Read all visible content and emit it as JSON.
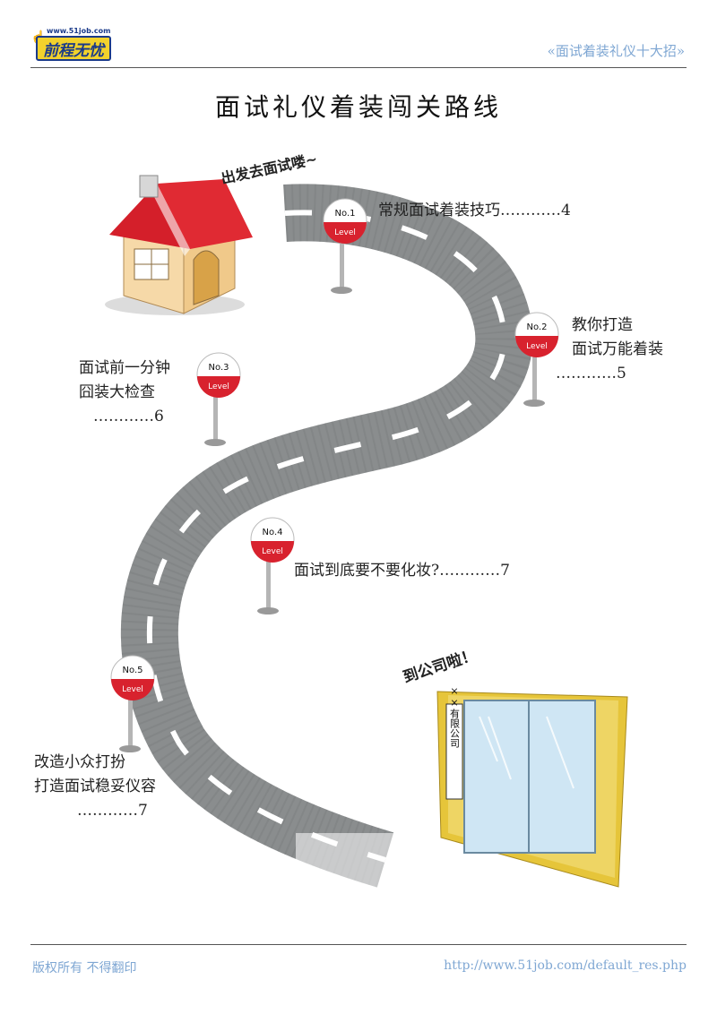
{
  "header": {
    "logo_url_text": "www.51job.com",
    "logo_brand": "前程无忧",
    "series_title": "«面试着装礼仪十大招»"
  },
  "page_title": "面试礼仪着装闯关路线",
  "illustration": {
    "start_caption": "出发去面试喽~",
    "end_caption": "到公司啦！",
    "company_sign": "××有限公司",
    "sign_text": "Level"
  },
  "stops": [
    {
      "no": "No.1",
      "lines": [
        "常规面试着装技巧…………4"
      ]
    },
    {
      "no": "No.2",
      "lines": [
        "教你打造",
        "面试万能着装",
        "…………5"
      ]
    },
    {
      "no": "No.3",
      "lines": [
        "面试前一分钟",
        "囧装大检查",
        "…………6"
      ]
    },
    {
      "no": "No.4",
      "lines": [
        "面试到底要不要化妆?…………7"
      ]
    },
    {
      "no": "No.5",
      "lines": [
        "改造小众打扮",
        "打造面试稳妥仪容",
        "…………7"
      ]
    }
  ],
  "footer": {
    "copyright": "版权所有  不得翻印",
    "url": "http://www.51job.com/default_res.php"
  },
  "colors": {
    "road": "#8a8d8e",
    "sign_red": "#d8222e",
    "roof_red": "#d41f2a",
    "accent_blue": "#7fa7d3",
    "logo_yellow": "#f2d22c"
  }
}
